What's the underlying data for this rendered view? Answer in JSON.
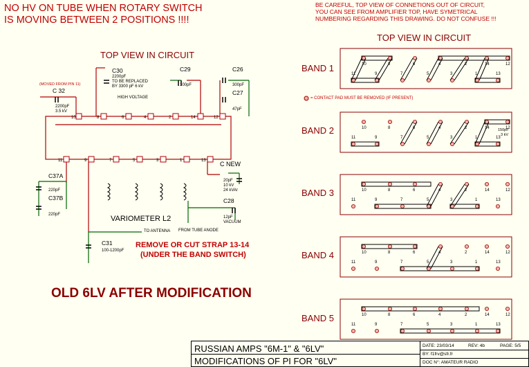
{
  "header": {
    "warning_line1": "NO HV ON TUBE WHEN ROTARY SWITCH",
    "warning_line2": "IS MOVING BETWEEN 2 POSITIONS !!!!",
    "careful_line1": "BE CAREFUL, TOP VIEW OF CONNETIONS OUT OF CIRCUIT,",
    "careful_line2": "YOU CAN SEE FROM AMPLIFIER TOP, HAVE SYMETRICAL",
    "careful_line3": "NUMBERING REGARDING THIS DRAWING. DO NOT CONFUSE !!!"
  },
  "schematic": {
    "title": "TOP VIEW IN CIRCUIT",
    "c30": "C30",
    "c30_value": "2200pF",
    "c30_note1": "TO BE REPLACED",
    "c30_note2": "BY 3300 pF 6 kV",
    "c29": "C29",
    "c29_value": "100pF",
    "c26": "C26",
    "c26_value": "300pF",
    "c27": "C27",
    "c27_value": "47pF",
    "moved_note": "(MOVED FROM PIN 11)",
    "c32": "C 32",
    "c32_value1": "2200pF",
    "c32_value2": "3.5 kV",
    "high_voltage": "HIGH VOLTAGE",
    "c37a": "C37A",
    "c37a_value": "220pF",
    "c37b": "C37B",
    "c37b_value": "220pF",
    "cnew": "C NEW",
    "cnew_v1": "20pF",
    "cnew_v2": "10 kV",
    "cnew_v3": "24 kVAr",
    "c28": "C28",
    "c28_v1": "12pF",
    "c28_v2": "VACUUM",
    "variometer": "VARIOMETER L2",
    "to_antenna": "TO ANTENNA",
    "from_tube": "FROM TUBE ANODE",
    "c31": "C31",
    "c31_value": "100-1200pF",
    "remove_strap1": "REMOVE OR CUT STRAP 13-14",
    "remove_strap2": "(UNDER THE BAND SWITCH)",
    "old_title": "OLD 6LV AFTER MODIFICATION",
    "top_pins": [
      "10",
      "8",
      "6",
      "4",
      "2",
      "14",
      "12"
    ],
    "bottom_pins": [
      "11",
      "9",
      "7",
      "5",
      "3",
      "1",
      "13"
    ]
  },
  "bands": {
    "title": "TOP VIEW IN CIRCUIT",
    "legend": "= CONTACT PAD MUST BE REMOVED (IF PRESENT)",
    "band_labels": [
      "BAND 1",
      "BAND 2",
      "BAND 3",
      "BAND 4",
      "BAND 5"
    ],
    "band2_cap1": "150pF",
    "band2_cap2": "3 kV",
    "top_pins": [
      "10",
      "8",
      "6",
      "4",
      "2",
      "14",
      "12"
    ],
    "bottom_pins": [
      "11",
      "9",
      "7",
      "5",
      "3",
      "1",
      "13"
    ]
  },
  "title_block": {
    "line1": "RUSSIAN AMPS \"6M-1\" & \"6LV\"",
    "line2": "MODIFICATIONS OF PI FOR \"6LV\"",
    "date": "DATE: 23/03/14",
    "rev": "REV: 4b",
    "page": "PAGE: 5/5",
    "by": "BY:  f1frv@sfr.fr",
    "doc": "DOC N°: AMATEUR RADIO"
  },
  "colors": {
    "title_red": "#c00000",
    "heading_dred": "#8b0000",
    "wire_red": "#b00000",
    "wire_green": "#006400",
    "background": "#fffff2"
  }
}
